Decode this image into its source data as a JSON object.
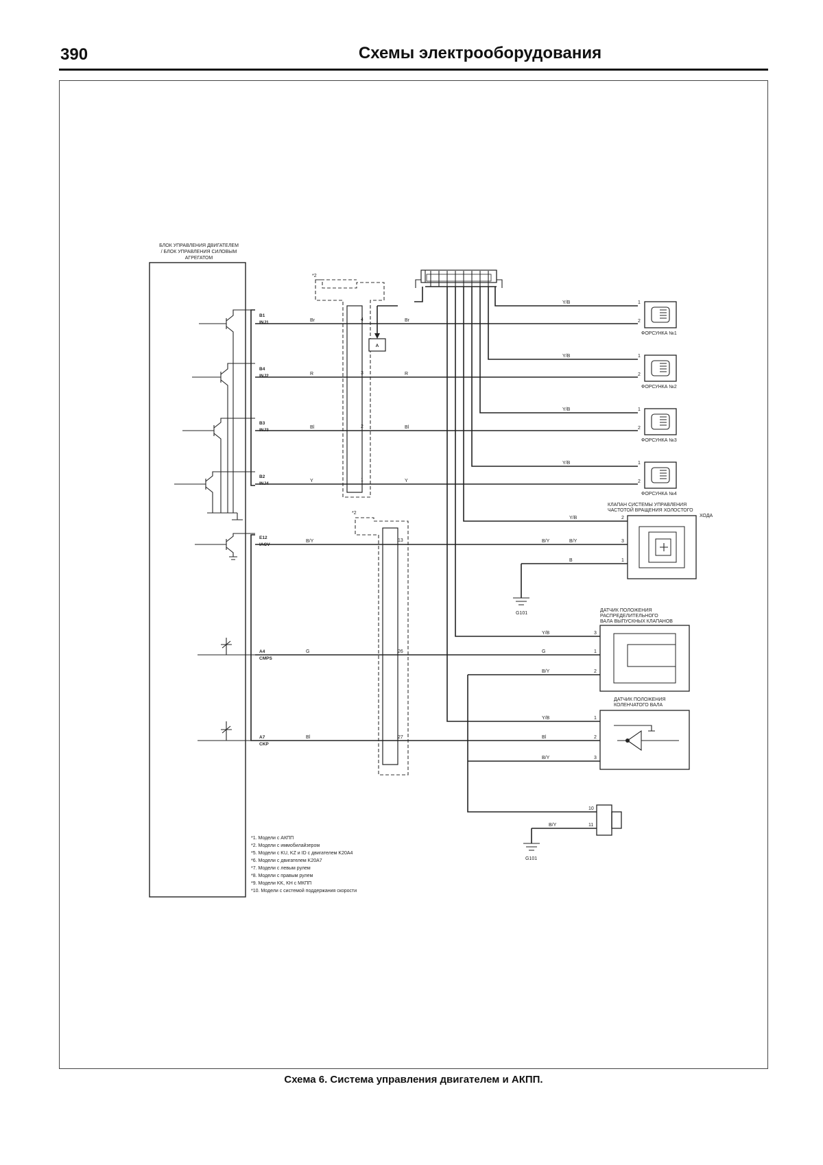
{
  "header": {
    "page_number": "390",
    "title": "Схемы электрооборудования"
  },
  "caption": "Схема 6. Система управления двигателем и АКПП.",
  "ecu": {
    "label": [
      "БЛОК УПРАВЛЕНИЯ ДВИГАТЕЛЕМ",
      "/ БЛОК УПРАВЛЕНИЯ СИЛОВЫМ",
      "АГРЕГАТОМ"
    ],
    "pins": [
      {
        "pin": "B1",
        "signal": "INJ1",
        "wire": "Br",
        "conn": "4",
        "out": "Br"
      },
      {
        "pin": "B4",
        "signal": "INJ2",
        "wire": "R",
        "conn": "3",
        "out": "R"
      },
      {
        "pin": "B3",
        "signal": "INJ3",
        "wire": "Bl",
        "conn": "2",
        "out": "Bl"
      },
      {
        "pin": "B2",
        "signal": "INJ4",
        "wire": "Y",
        "conn": "1",
        "out": "Y"
      },
      {
        "pin": "E12",
        "signal": "IACV",
        "wire": "B/Y",
        "conn": "13",
        "out": "B/Y"
      },
      {
        "pin": "A4",
        "signal": "CMPS",
        "wire": "G",
        "conn": "26",
        "out": "G"
      },
      {
        "pin": "A7",
        "signal": "CKP",
        "wire": "Bl",
        "conn": "27",
        "out": "Bl"
      }
    ]
  },
  "notes": {
    "connector_a": "*2",
    "connector_b": "*2",
    "junction": "A"
  },
  "injectors": [
    {
      "label": "ФОРСУНКА №1",
      "feed": "Y/B",
      "pins": [
        "1",
        "2"
      ]
    },
    {
      "label": "ФОРСУНКА №2",
      "feed": "Y/B",
      "pins": [
        "1",
        "2"
      ]
    },
    {
      "label": "ФОРСУНКА №3",
      "feed": "Y/B",
      "pins": [
        "1",
        "2"
      ]
    },
    {
      "label": "ФОРСУНКА №4",
      "feed": "Y/B",
      "pins": [
        "1",
        "2"
      ]
    }
  ],
  "idle_valve": {
    "label": [
      "КЛАПАН СИСТЕМЫ УПРАВЛЕНИЯ",
      "ЧАСТОТОЙ ВРАЩЕНИЯ ХОЛОСТОГО",
      "ХОДА"
    ],
    "wires": [
      "Y/B",
      "B/Y",
      "B"
    ],
    "pins": [
      "2",
      "3",
      "1"
    ],
    "ground": "G101"
  },
  "camshaft_sensor": {
    "label": [
      "ДАТЧИК ПОЛОЖЕНИЯ",
      "РАСПРЕДЕЛИТЕЛЬНОГО",
      "ВАЛА ВЫПУСКНЫХ КЛАПАНОВ"
    ],
    "wires": [
      "Y/B",
      "G",
      "B/Y"
    ],
    "pins": [
      "3",
      "1",
      "2"
    ]
  },
  "crank_sensor": {
    "label": [
      "ДАТЧИК ПОЛОЖЕНИЯ",
      "КОЛЕНЧАТОГО ВАЛА"
    ],
    "wires": [
      "Y/B",
      "Bl",
      "B/Y"
    ],
    "pins": [
      "1",
      "2",
      "3"
    ]
  },
  "ground_connector": {
    "pins": [
      "10",
      "11"
    ],
    "wire": "B/Y",
    "ground": "G101"
  },
  "footnotes": [
    "*1. Модели с АКПП",
    "*2. Модели с иммобилайзером",
    "*5. Модели с KU, KZ и ID с двигателем K20A4",
    "*6. Модели с двигателем K20A7",
    "*7. Модели с левым рулем",
    "*8. Модели с правым рулем",
    "*9. Модели KK, KH с МКПП",
    "*10. Модели с системой поддержания скорости"
  ]
}
